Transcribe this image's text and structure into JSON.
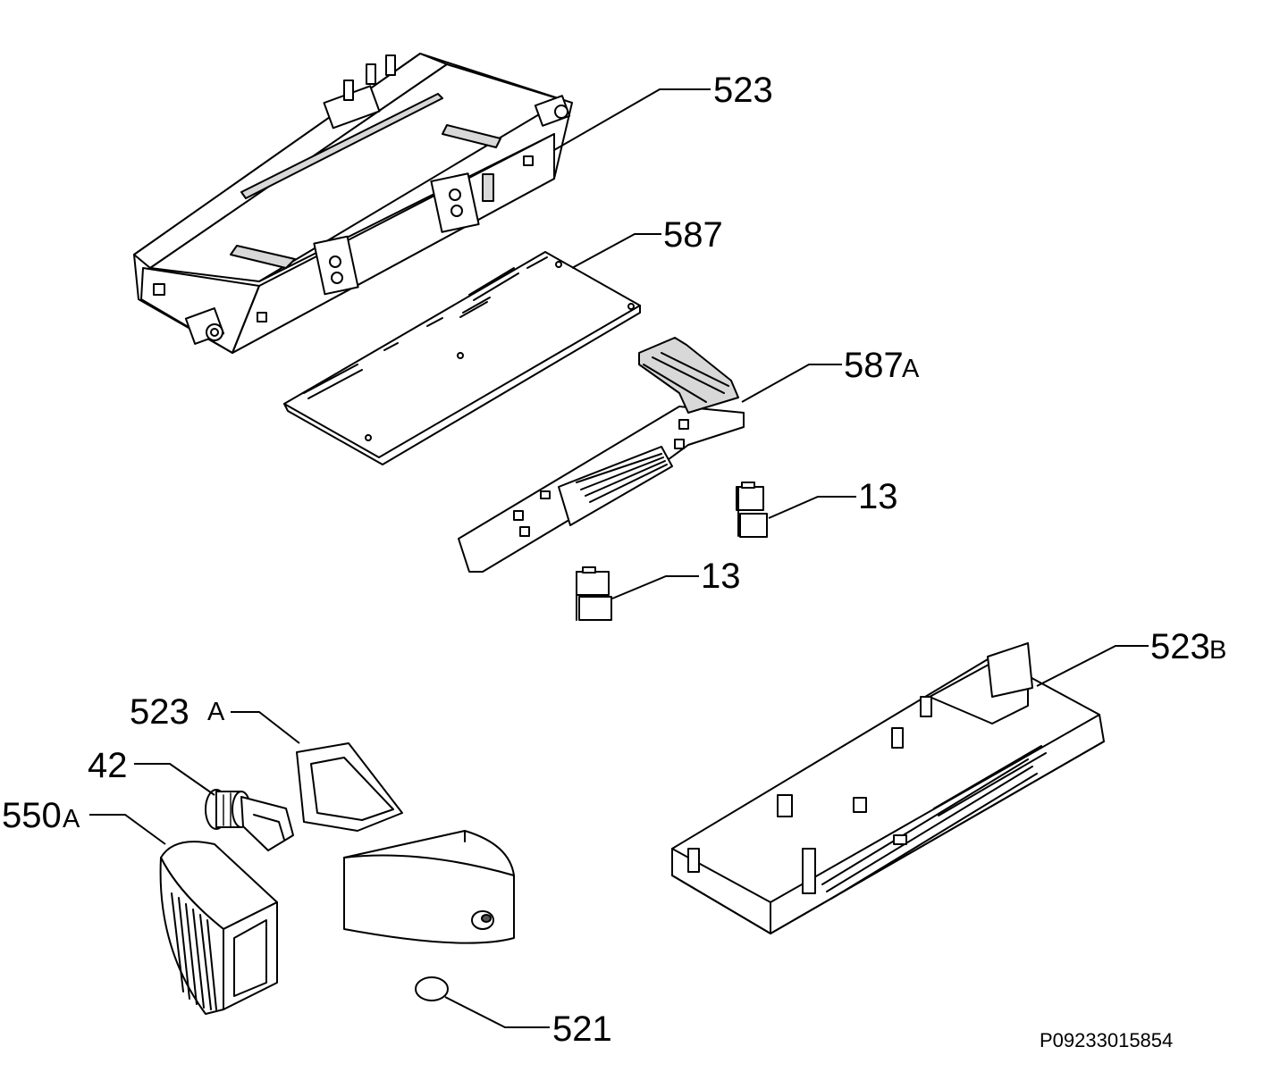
{
  "labels": {
    "l523": "523",
    "l587": "587",
    "l587a_num": "587",
    "l587a_suf": "A",
    "l13a": "13",
    "l13b": "13",
    "l523b_num": "523",
    "l523b_suf": "B",
    "l523a_num": "523",
    "l523a_suf": "A",
    "l42": "42",
    "l550a_num": "550",
    "l550a_suf": "A",
    "l521": "521"
  },
  "reference_code": "P09233015854"
}
